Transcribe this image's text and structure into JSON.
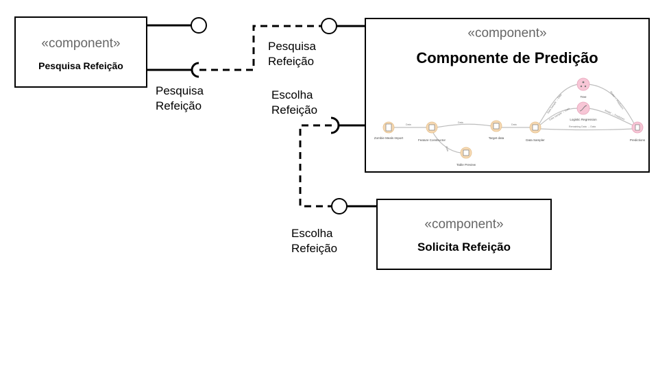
{
  "components": {
    "pesquisa": {
      "stereotype": "«component»",
      "name": "Pesquisa Refeição"
    },
    "predicao": {
      "stereotype": "«component»",
      "name": "Componente de Predição"
    },
    "solicita": {
      "stereotype": "«component»",
      "name": "Solicita Refeição"
    }
  },
  "labels": {
    "pesquisa_provided": {
      "line1": "Pesquisa",
      "line2": "Refeição"
    },
    "pesquisa_required": {
      "line1": "Pesquisa",
      "line2": "Refeição"
    },
    "escolha_required": {
      "line1": "Escolha",
      "line2": "Refeição"
    },
    "escolha_provided": {
      "line1": "Escolha",
      "line2": "Refeição"
    }
  },
  "workflow": {
    "nodes": {
      "zombie": "Zombie Meals Import",
      "feature": "Feature Constructor",
      "table": "Table Preview",
      "target": "Target data",
      "sampler": "Data Sampler",
      "tree": "Tree",
      "logreg": "Logistic Regression",
      "predictions": "Predictions"
    },
    "edges": {
      "e1": "Data",
      "e2": "Data",
      "e3": "Data",
      "e4": "Data",
      "e5": "Data Sample → Data",
      "e6": "Data Sample → Data",
      "e7": "Model → Predictors",
      "e8": "Model → Predictors",
      "e9": "Remaining Data → Data"
    },
    "colors": {
      "orange_node": "#f6d9b3",
      "pink_node": "#f7c6d6",
      "edge": "#bbbbbb"
    }
  }
}
